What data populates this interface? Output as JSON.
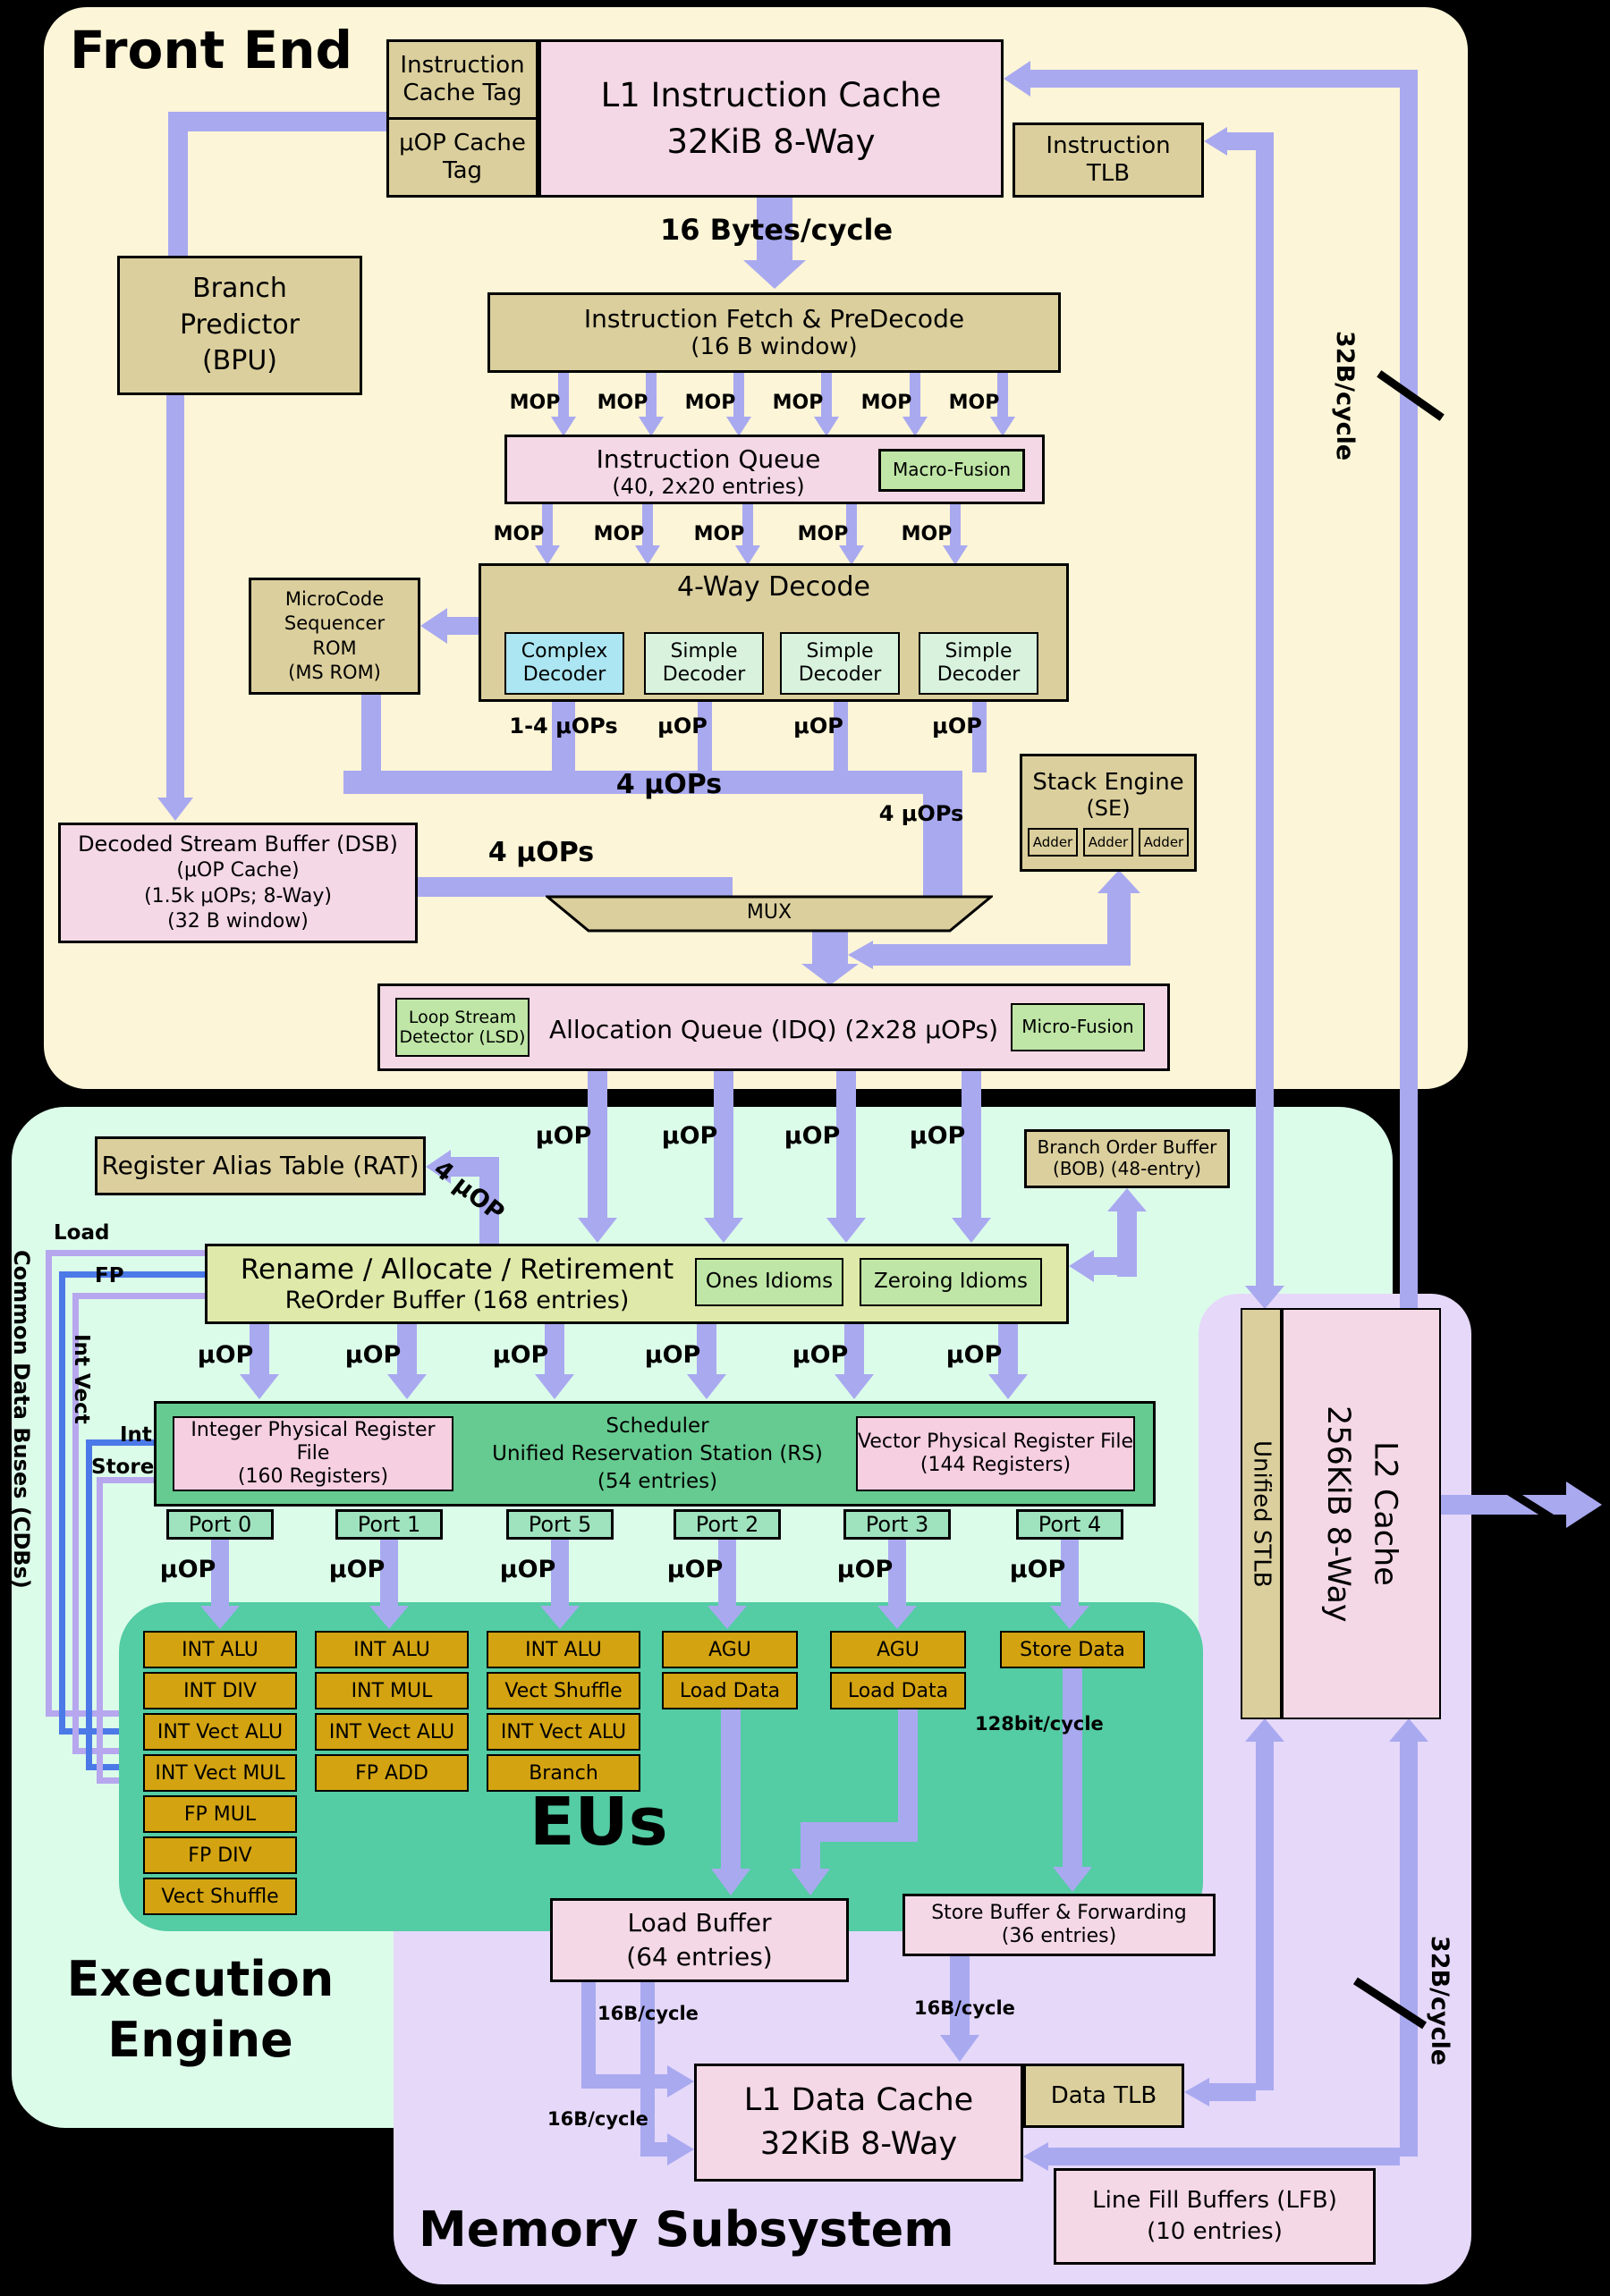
{
  "sections": {
    "front_end": "Front End",
    "execution_line1": "Execution",
    "execution_line2": "Engine",
    "memory_subsystem": "Memory Subsystem",
    "eus": "EUs"
  },
  "front_end": {
    "icache_tag_line1": "Instruction",
    "icache_tag_line2": "Cache Tag",
    "uop_tag_line1": "μOP Cache",
    "uop_tag_line2": "Tag",
    "l1i_line1": "L1 Instruction Cache",
    "l1i_line2": "32KiB 8-Way",
    "itlb_line1": "Instruction",
    "itlb_line2": "TLB",
    "bytes_cycle": "16 Bytes/cycle",
    "bpu_line1": "Branch",
    "bpu_line2": "Predictor",
    "bpu_line3": "(BPU)",
    "fetch_line1": "Instruction Fetch & PreDecode",
    "fetch_line2": "(16 B window)",
    "mop": "MOP",
    "iq_line1": "Instruction Queue",
    "iq_line2": "(40, 2x20 entries)",
    "macro_fusion": "Macro-Fusion",
    "decode_title": "4-Way Decode",
    "complex_line1": "Complex",
    "complex_line2": "Decoder",
    "simple_line1": "Simple",
    "simple_line2": "Decoder",
    "msrom_line1": "MicroCode",
    "msrom_line2": "Sequencer",
    "msrom_line3": "ROM",
    "msrom_line4": "(MS ROM)",
    "uops_1_4": "1-4 μOPs",
    "uop": "μOP",
    "uops_4": "4 μOPs",
    "se_line1": "Stack Engine",
    "se_line2": "(SE)",
    "adder": "Adder",
    "dsb_line1": "Decoded Stream Buffer (DSB)",
    "dsb_line2": "(μOP Cache)",
    "dsb_line3": "(1.5k μOPs; 8-Way)",
    "dsb_line4": "(32 B window)",
    "mux": "MUX",
    "lsd_line1": "Loop Stream",
    "lsd_line2": "Detector (LSD)",
    "idq_title": "Allocation Queue (IDQ) (2x28 μOPs)",
    "micro_fusion": "Micro-Fusion"
  },
  "execution": {
    "rat": "Register Alias Table (RAT)",
    "bob_line1": "Branch Order Buffer",
    "bob_line2": "(BOB) (48-entry)",
    "uop": "μOP",
    "uop4": "4 μOP",
    "rename_line1": "Rename / Allocate / Retirement",
    "rename_line2": "ReOrder Buffer (168 entries)",
    "ones_idioms": "Ones Idioms",
    "zeroing_idioms": "Zeroing Idioms",
    "sched_line1": "Scheduler",
    "sched_line2": "Unified Reservation Station (RS)",
    "sched_line3": "(54 entries)",
    "iprf_line1": "Integer Physical Register File",
    "iprf_line2": "(160 Registers)",
    "vprf_line1": "Vector Physical Register File",
    "vprf_line2": "(144 Registers)",
    "ports": [
      "Port 0",
      "Port 1",
      "Port 5",
      "Port 2",
      "Port 3",
      "Port 4"
    ],
    "eu_cols": [
      {
        "cells": [
          "INT ALU",
          "INT DIV",
          "INT Vect ALU",
          "INT Vect MUL",
          "FP MUL",
          "FP DIV",
          "Vect Shuffle"
        ]
      },
      {
        "cells": [
          "INT ALU",
          "INT MUL",
          "INT Vect ALU",
          "FP ADD"
        ]
      },
      {
        "cells": [
          "INT ALU",
          "Vect Shuffle",
          "INT Vect ALU",
          "Branch"
        ]
      },
      {
        "cells": [
          "AGU",
          "Load Data"
        ]
      },
      {
        "cells": [
          "AGU",
          "Load Data"
        ]
      },
      {
        "cells": [
          "Store Data"
        ]
      }
    ],
    "bit128": "128bit/cycle",
    "cdb_title": "Common Data Buses (CDBs)",
    "cdb_load": "Load",
    "cdb_fp": "FP",
    "cdb_int_vect": "Int Vect",
    "cdb_int": "Int",
    "cdb_store": "Store"
  },
  "memory": {
    "lb_line1": "Load Buffer",
    "lb_line2": "(64 entries)",
    "sb_line1": "Store Buffer & Forwarding",
    "sb_line2": "(36 entries)",
    "b16": "16B/cycle",
    "l1d_line1": "L1 Data Cache",
    "l1d_line2": "32KiB 8-Way",
    "data_tlb": "Data TLB",
    "lfb_line1": "Line Fill Buffers (LFB)",
    "lfb_line2": "(10 entries)"
  },
  "l2": {
    "stlb": "Unified STLB",
    "l2_line1": "L2 Cache",
    "l2_line2": "256KiB 8-Way",
    "b32": "32B/cycle"
  },
  "colors": {
    "background": "#000000",
    "front_end_panel": "#FCF5D7",
    "execution_panel": "#DCFCEA",
    "memory_panel": "#E5D8F9",
    "tan_box": "#DBCF9D",
    "pink_box": "#F4D8E5",
    "green_box": "#BFE6A6",
    "complex_decoder": "#ABE6F2",
    "simple_decoder": "#D8F2DE",
    "rename_box": "#DFE9A9",
    "scheduler": "#66CB90",
    "port_box": "#9FE3BE",
    "eu_container": "#54CCA4",
    "eu_unit": "#D3A311",
    "arrow": "#A9A9F0",
    "cdb_purple": "#B6A7EE",
    "cdb_blue": "#4B79E8"
  }
}
